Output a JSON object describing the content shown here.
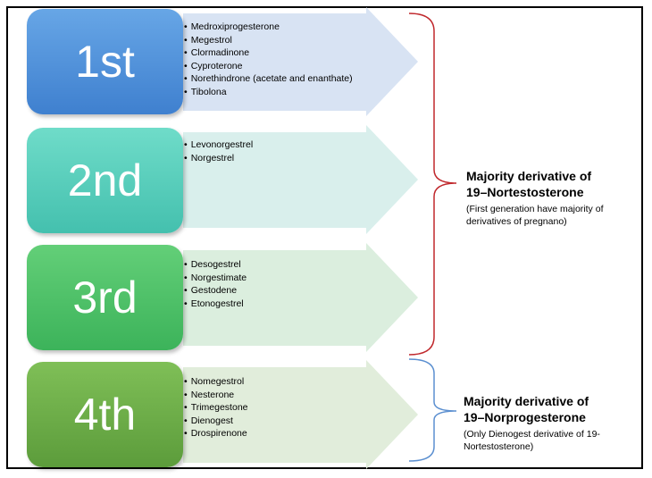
{
  "generations": [
    {
      "label": "1st",
      "drugs": [
        "Medroxiprogesterone",
        "Megestrol",
        "Clormadinone",
        "Cyproterone",
        "Norethindrone (acetate and enanthate)",
        "Tibolona"
      ]
    },
    {
      "label": "2nd",
      "drugs": [
        "Levonorgestrel",
        "Norgestrel"
      ]
    },
    {
      "label": "3rd",
      "drugs": [
        "Desogestrel",
        "Norgestimate",
        "Gestodene",
        "Etonogestrel"
      ]
    },
    {
      "label": "4th",
      "drugs": [
        "Nomegestrol",
        "Nesterone",
        "Trimegestone",
        "Dienogest",
        "Drospirenone"
      ]
    }
  ],
  "groups": [
    {
      "title_line1": "Majority derivative of",
      "title_line2": "19–Nortestosterone",
      "note_line1": "(First generation have majority of",
      "note_line2": "derivatives of pregnano)"
    },
    {
      "title_line1": "Majority derivative of",
      "title_line2": "19–Norprogesterone",
      "note_line1": "(Only Dienogest derivative of 19-",
      "note_line2": "Nortestosterone)"
    }
  ],
  "colors": {
    "gen1": "#4a8bd6",
    "gen2": "#52cbb8",
    "gen3": "#46bb62",
    "gen4": "#6aa845",
    "arrow1": "#d8e3f3",
    "arrow2": "#d9efec",
    "arrow3": "#dbeede",
    "arrow4": "#e1eddb",
    "brace_red": "#c0282c",
    "brace_blue": "#5b8fd0"
  }
}
